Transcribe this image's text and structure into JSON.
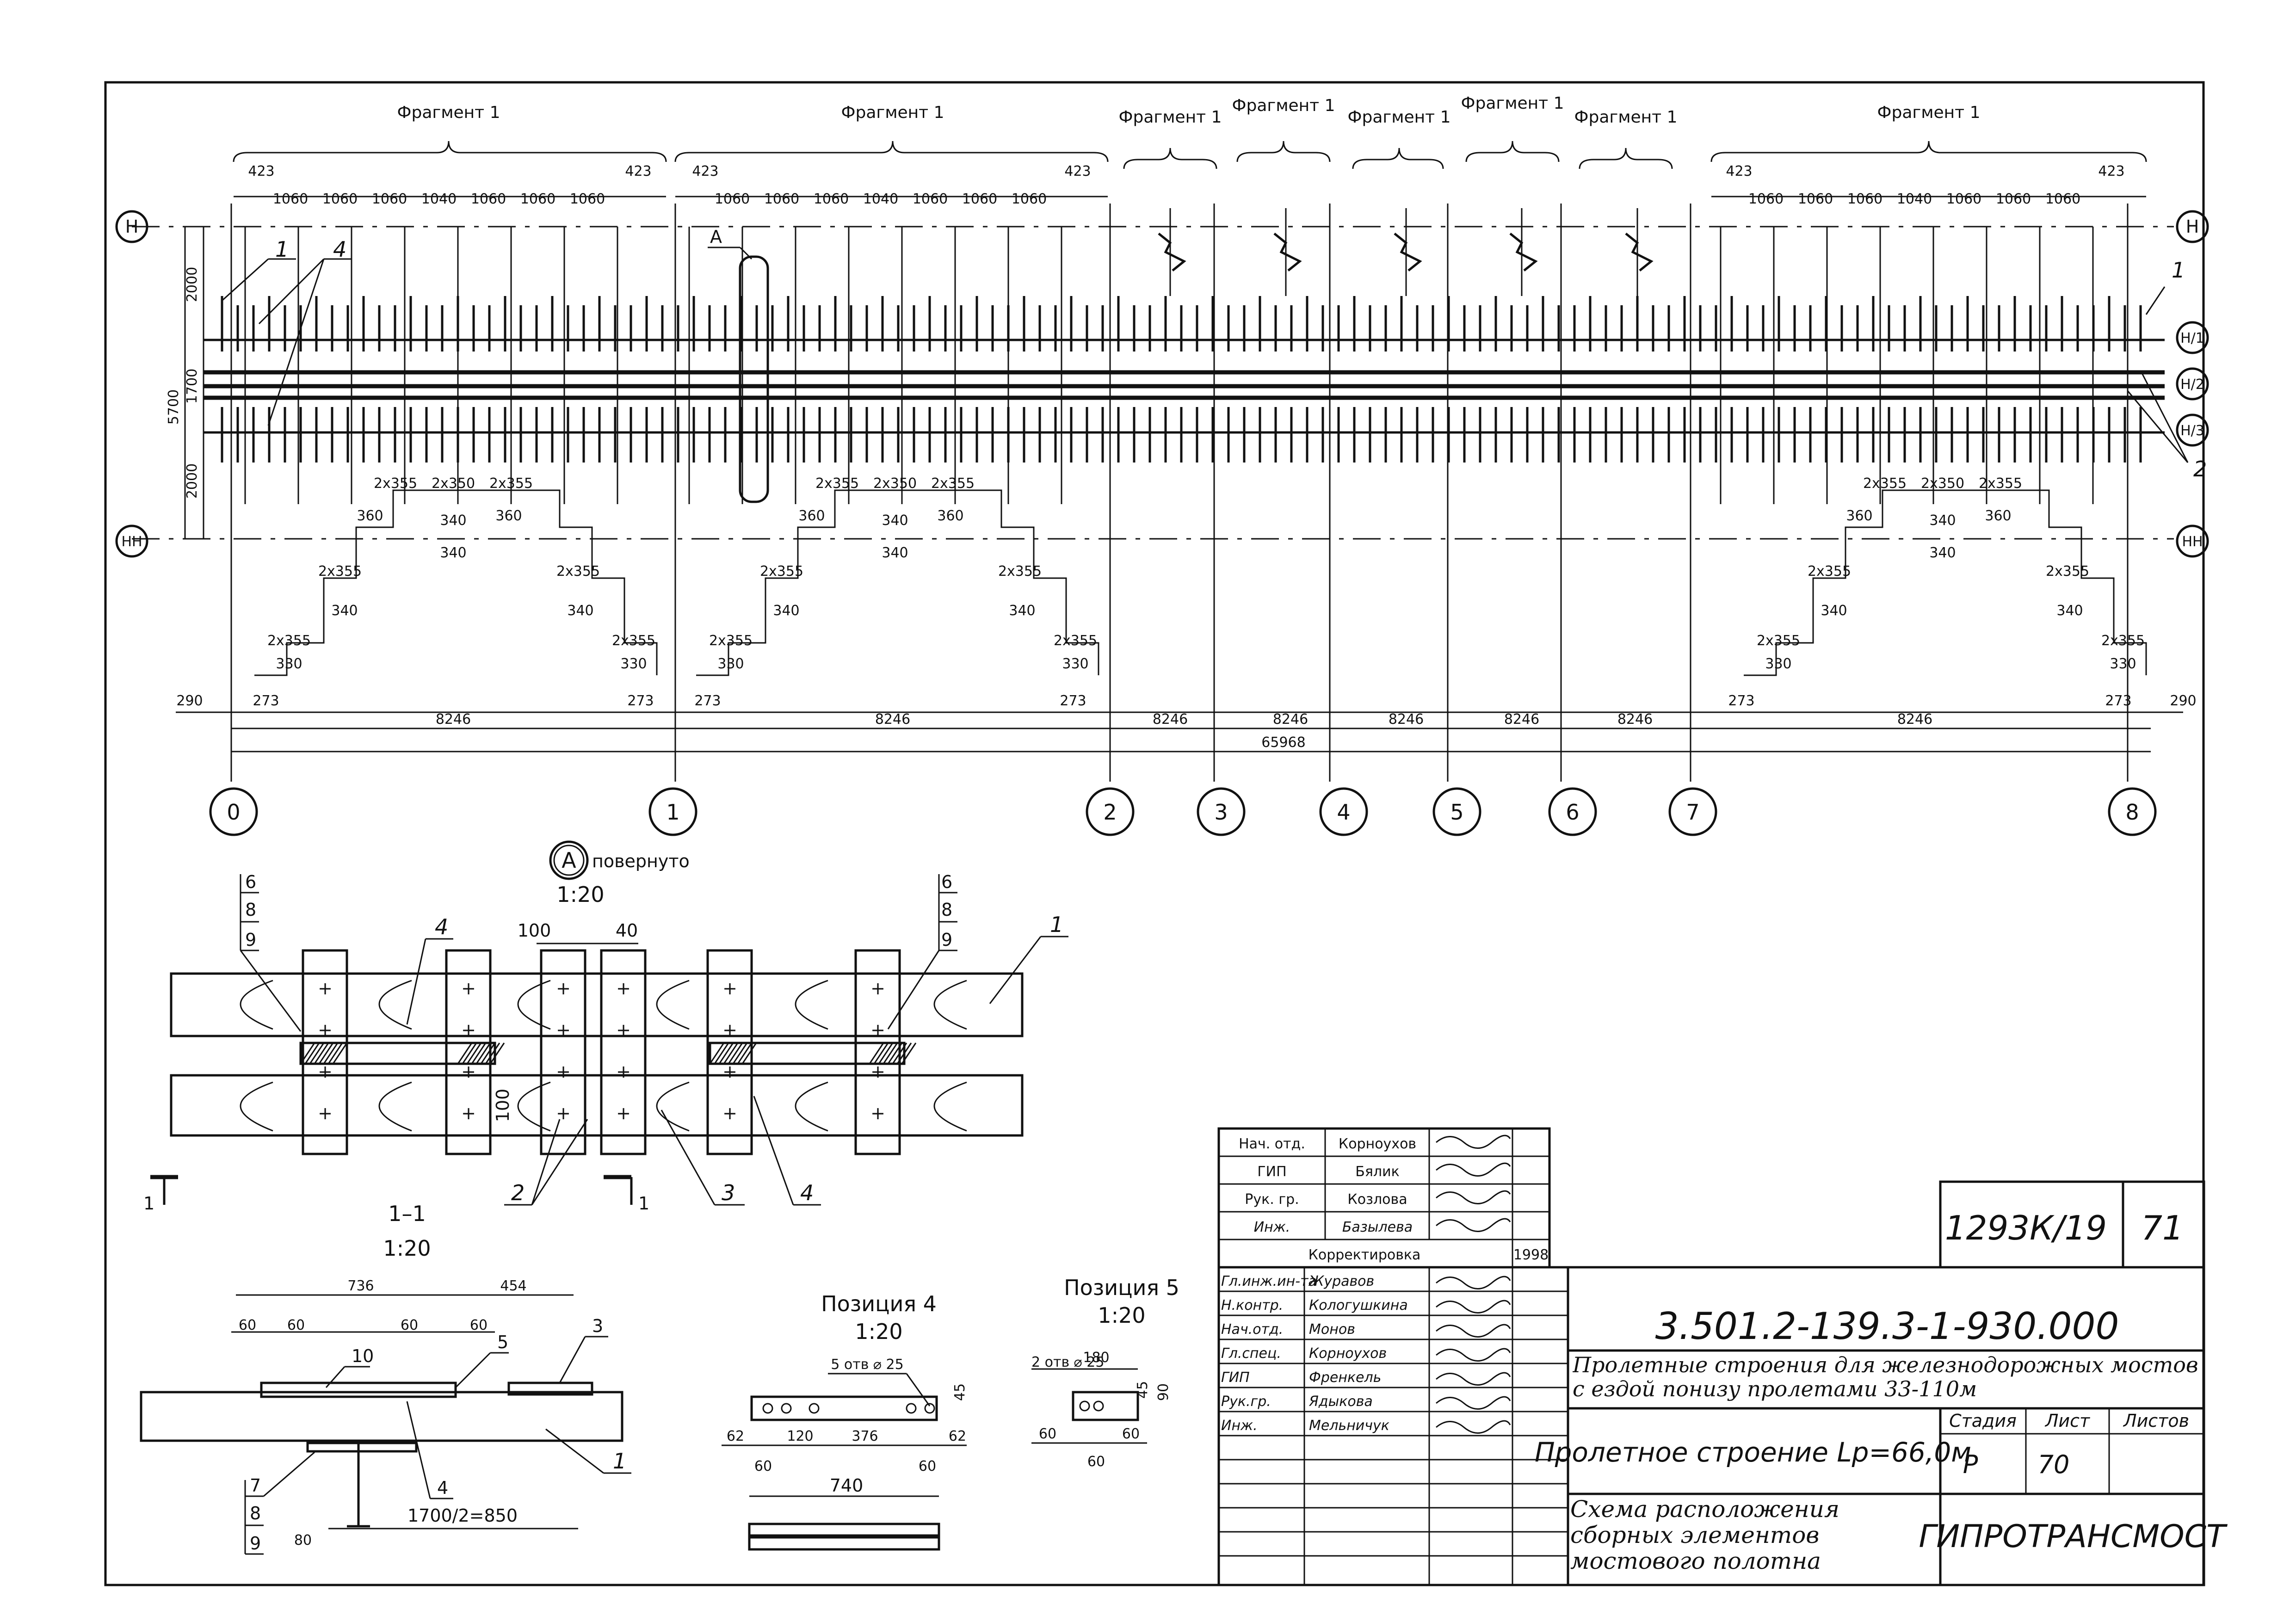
{
  "fragments": {
    "top": [
      "Фрагмент 1",
      "Фрагмент 1",
      "Фрагмент 1",
      "Фрагмент 1",
      "Фрагмент 1",
      "Фрагмент 1",
      "Фрагмент 1",
      "Фрагмент 1"
    ]
  },
  "dimensions": {
    "top_edge": "423",
    "spacing": [
      "1060",
      "1060",
      "1060",
      "1040",
      "1060",
      "1060",
      "1060"
    ],
    "vertical": {
      "total": "5700",
      "upper": "2000",
      "middle": "1700",
      "lower": "2000"
    },
    "pair_small": [
      "2х355",
      "2х350",
      "2х355"
    ],
    "pair_gaps": [
      "360",
      "340",
      "360",
      "340"
    ],
    "stair": [
      "2х355",
      "340",
      "2х355",
      "330",
      "2х355",
      "340",
      "2х355",
      "330"
    ],
    "bottom_end": "290",
    "bottom_edge": "273",
    "span": "8246",
    "total": "65968"
  },
  "axes": {
    "rows": [
      "Н",
      "Н/1",
      "Н/2",
      "Н/3",
      "НН"
    ],
    "columns": [
      "0",
      "1",
      "2",
      "3",
      "4",
      "5",
      "6",
      "7",
      "8"
    ]
  },
  "markers": {
    "pos1": "1",
    "pos2": "2",
    "pos4": "4",
    "node": "А"
  },
  "detail_a": {
    "circle": "А",
    "title": "повернуто",
    "scale": "1:20",
    "dim1": "100",
    "dim2": "40",
    "dim3": "100",
    "callouts_left": [
      "6",
      "8",
      "9"
    ],
    "callouts_right": [
      "6",
      "8",
      "9"
    ],
    "pos": [
      "4",
      "1",
      "2",
      "3",
      "4"
    ],
    "cut": "1"
  },
  "section_1_1": {
    "title": "1–1",
    "scale": "1:20",
    "dims": [
      "736",
      "454",
      "60",
      "60",
      "60",
      "60",
      "80",
      "1700/2=850"
    ],
    "callouts": [
      "10",
      "5",
      "3",
      "1",
      "4",
      "7",
      "8",
      "9"
    ]
  },
  "position4": {
    "title": "Позиция 4",
    "scale": "1:20",
    "holes": "5 отв ⌀ 25",
    "dims": [
      "45",
      "62",
      "120",
      "376",
      "62",
      "60",
      "60",
      "740"
    ]
  },
  "position5": {
    "title": "Позиция 5",
    "scale": "1:20",
    "holes": "2 отв ⌀ 25",
    "dims": [
      "180",
      "45",
      "90",
      "60",
      "60",
      "60"
    ]
  },
  "approvals": {
    "rows": [
      {
        "role": "Нач. отд.",
        "name": "Корноухов"
      },
      {
        "role": "ГИП",
        "name": "Бялик"
      },
      {
        "role": "Рук. гр.",
        "name": "Козлова"
      },
      {
        "role": "Инж.",
        "name": "Базылева"
      }
    ],
    "correction": "Корректировка",
    "year": "1998"
  },
  "title_block": {
    "archive_no": "1293К/19",
    "sheet_total_top": "71",
    "doc_code": "3.501.2-139.3-1-930.000",
    "project_title": "Пролетные строения для железнодорожных мостов с ездой понизу пролетами 33-110м",
    "object": "Пролетное строение Lр=66,0м",
    "stage_label": "Стадия",
    "sheet_label": "Лист",
    "sheets_label": "Листов",
    "stage": "Р",
    "sheet": "70",
    "drawing_name": "Схема расположения сборных элементов мостового полотна",
    "organization": "ГИПРОТРАНСМОСТ",
    "signers": [
      {
        "role": "Гл.инж.ин-та",
        "name": "Журавов"
      },
      {
        "role": "Н.контр.",
        "name": "Кологушкина"
      },
      {
        "role": "Нач.отд.",
        "name": "Монов"
      },
      {
        "role": "Гл.спец.",
        "name": "Корноухов"
      },
      {
        "role": "ГИП",
        "name": "Френкель"
      },
      {
        "role": "Рук.гр.",
        "name": "Ядыкова"
      },
      {
        "role": "Инж.",
        "name": "Мельничук"
      }
    ]
  }
}
